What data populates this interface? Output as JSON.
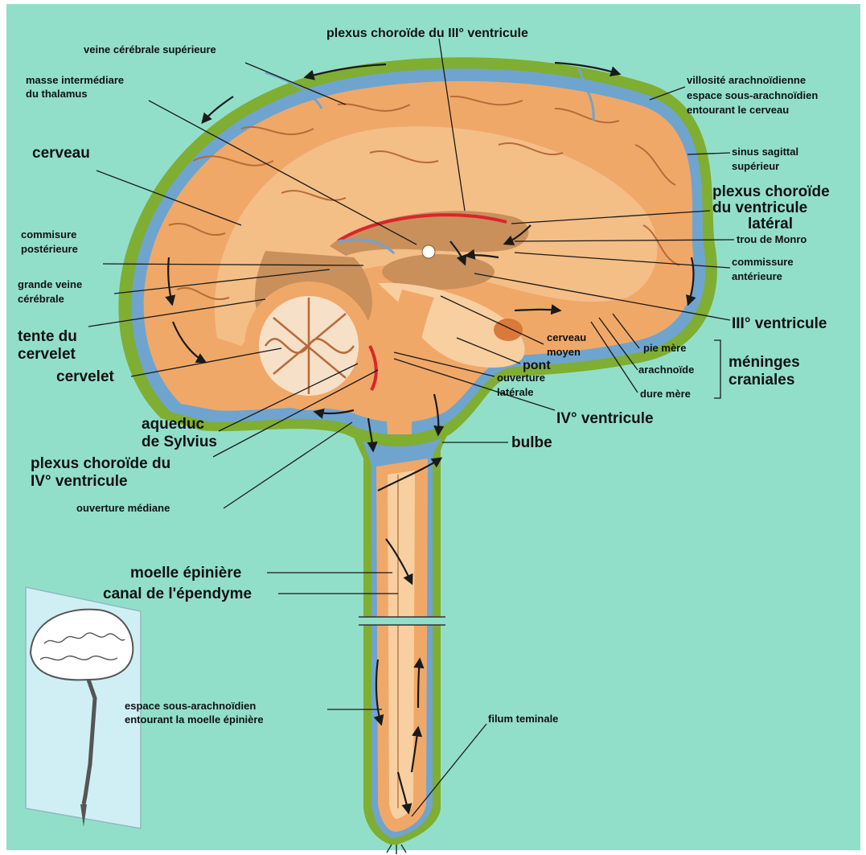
{
  "labels": {
    "plexus_choroide_iii": "plexus choroïde du III° ventricule",
    "veine_cerebrale_sup": "veine cérébrale supérieure",
    "masse_intermediaire_1": "masse intermédiare",
    "masse_intermediaire_2": "du thalamus",
    "villosite": "villosité arachnoïdienne",
    "espace_sous_arach_cerveau_1": "espace sous-arachnoïdien",
    "espace_sous_arach_cerveau_2": "entourant le cerveau",
    "sinus_sagittal_1": "sinus sagittal",
    "sinus_sagittal_2": "supérieur",
    "cerveau": "cerveau",
    "plexus_choroide_lat_1": "plexus choroïde",
    "plexus_choroide_lat_2": "du ventricule",
    "plexus_choroide_lat_3": "latéral",
    "trou_monro": "trou de Monro",
    "commissure_post_1": "commisure",
    "commissure_post_2": "postérieure",
    "commissure_ant_1": "commissure",
    "commissure_ant_2": "antérieure",
    "grande_veine_1": "grande veine",
    "grande_veine_2": "cérébrale",
    "iii_ventricule": "III° ventricule",
    "tente_1": "tente du",
    "tente_2": "cervelet",
    "cerveau_moyen_1": "cerveau",
    "cerveau_moyen_2": "moyen",
    "pont": "pont",
    "pie_mere": "pie mère",
    "arachnoide": "arachnoïde",
    "dure_mere": "dure mère",
    "meninges_1": "méninges",
    "meninges_2": "craniales",
    "cervelet": "cervelet",
    "ouverture_laterale_1": "ouverture",
    "ouverture_laterale_2": "latérale",
    "iv_ventricule": "IV° ventricule",
    "aqueduc_1": "aqueduc",
    "aqueduc_2": "de Sylvius",
    "bulbe": "bulbe",
    "plexus_choroide_iv_1": "plexus choroïde du",
    "plexus_choroide_iv_2": "IV° ventricule",
    "ouverture_mediane": "ouverture médiane",
    "moelle_epiniere": "moelle épinière",
    "canal_ependyme": "canal de l'épendyme",
    "espace_sous_arach_moelle_1": "espace sous-arachnoïdien",
    "espace_sous_arach_moelle_2": "entourant la moelle épinière",
    "filum": "filum teminale"
  },
  "colors": {
    "background": "#92DFC9",
    "dura": "#7FAE32",
    "arachnoid_space": "#6FA4CF",
    "brain": "#F0A868",
    "brain_light": "#F8CFA0",
    "ventricle": "#C9905C",
    "choroid": "#D8262B"
  }
}
